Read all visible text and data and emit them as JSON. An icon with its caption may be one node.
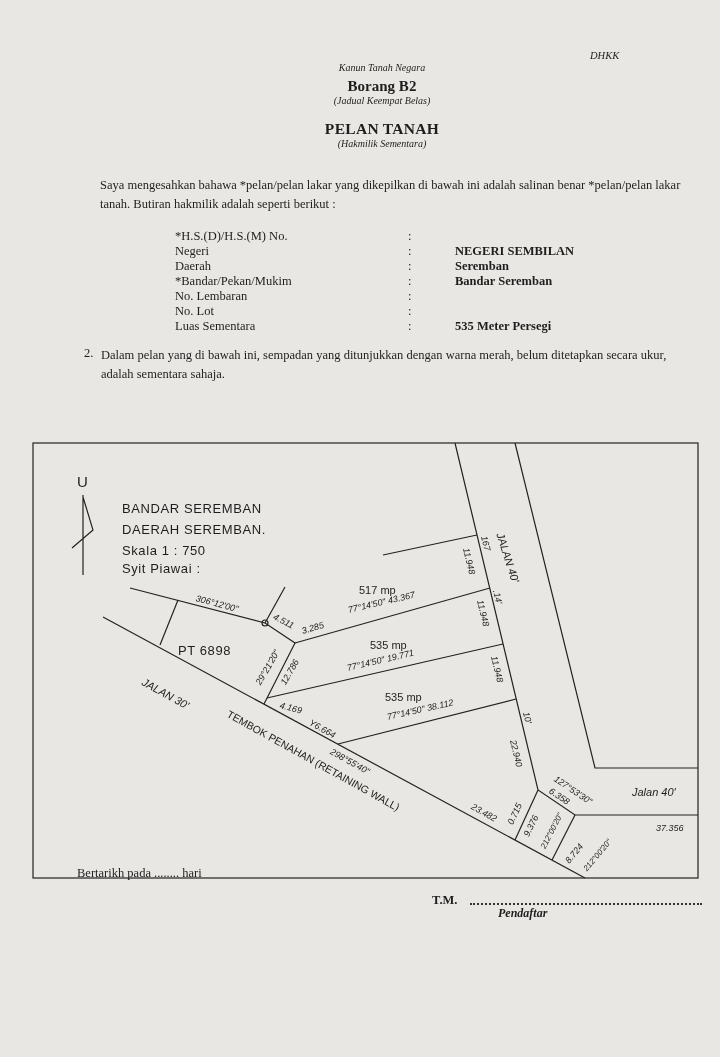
{
  "diagram": {
    "title": "PELAN TANAH",
    "labels": [
      "DHKK",
      "Kanun Tanah Negara",
      "Borang B2",
      "(Jadual Keempat Belas)",
      "(Hakmilik Sementara)",
      "Saya mengesahkan bahawa *pelan/pelan lakar yang dikepilkan di bawah ini adalah salinan benar *pelan/pelan lakar tanah. Butiran hakmilik adalah seperti berikut :",
      "*H.S.(D)/H.S.(M) No.",
      ":",
      "Negeri",
      ":",
      "NEGERI SEMBILAN",
      "Daerah",
      ":",
      "Seremban",
      "*Bandar/Pekan/Mukim",
      ":",
      "Bandar Seremban",
      "No. Lembaran",
      ":",
      "No. Lot",
      ":",
      "Luas Sementara",
      ":",
      "535 Meter Persegi",
      "2.",
      "Dalam pelan yang di bawah ini, sempadan yang ditunjukkan dengan warna merah, belum ditetapkan secara ukur, adalah sementara sahaja.",
      "U",
      "BANDAR SEREMBAN",
      "DAERAH SEREMBAN.",
      "Skala 1 : 750",
      "Syit Piawai :",
      "PT 6898",
      "306°12'00\"",
      "4.511",
      "3.285",
      "517 mp",
      "77°14'50\" 43.367",
      "JALAN 40'",
      "167",
      "11.948",
      ".14'",
      "11.948",
      "535 mp",
      "77°14'50\" 19.771",
      "29°21'20\"",
      "12.786",
      "4.169",
      "11.948",
      "535 mp",
      "77°14'50\" 38.112",
      "Y6.664",
      "298°55'40\"",
      "TEMBOK PENAHAN (RETAINING WALL)",
      "JALAN 30'",
      "10'",
      "22.940",
      "Jalan 40'",
      "127°53'30\"",
      "6.358",
      "23.482",
      "0.715",
      "9.376",
      "212°00'20\"",
      "37.356",
      "8.724",
      "212°00'20\"",
      "Bertarikh pada ........ hari",
      "T.M.",
      "Pendaftar"
    ]
  }
}
